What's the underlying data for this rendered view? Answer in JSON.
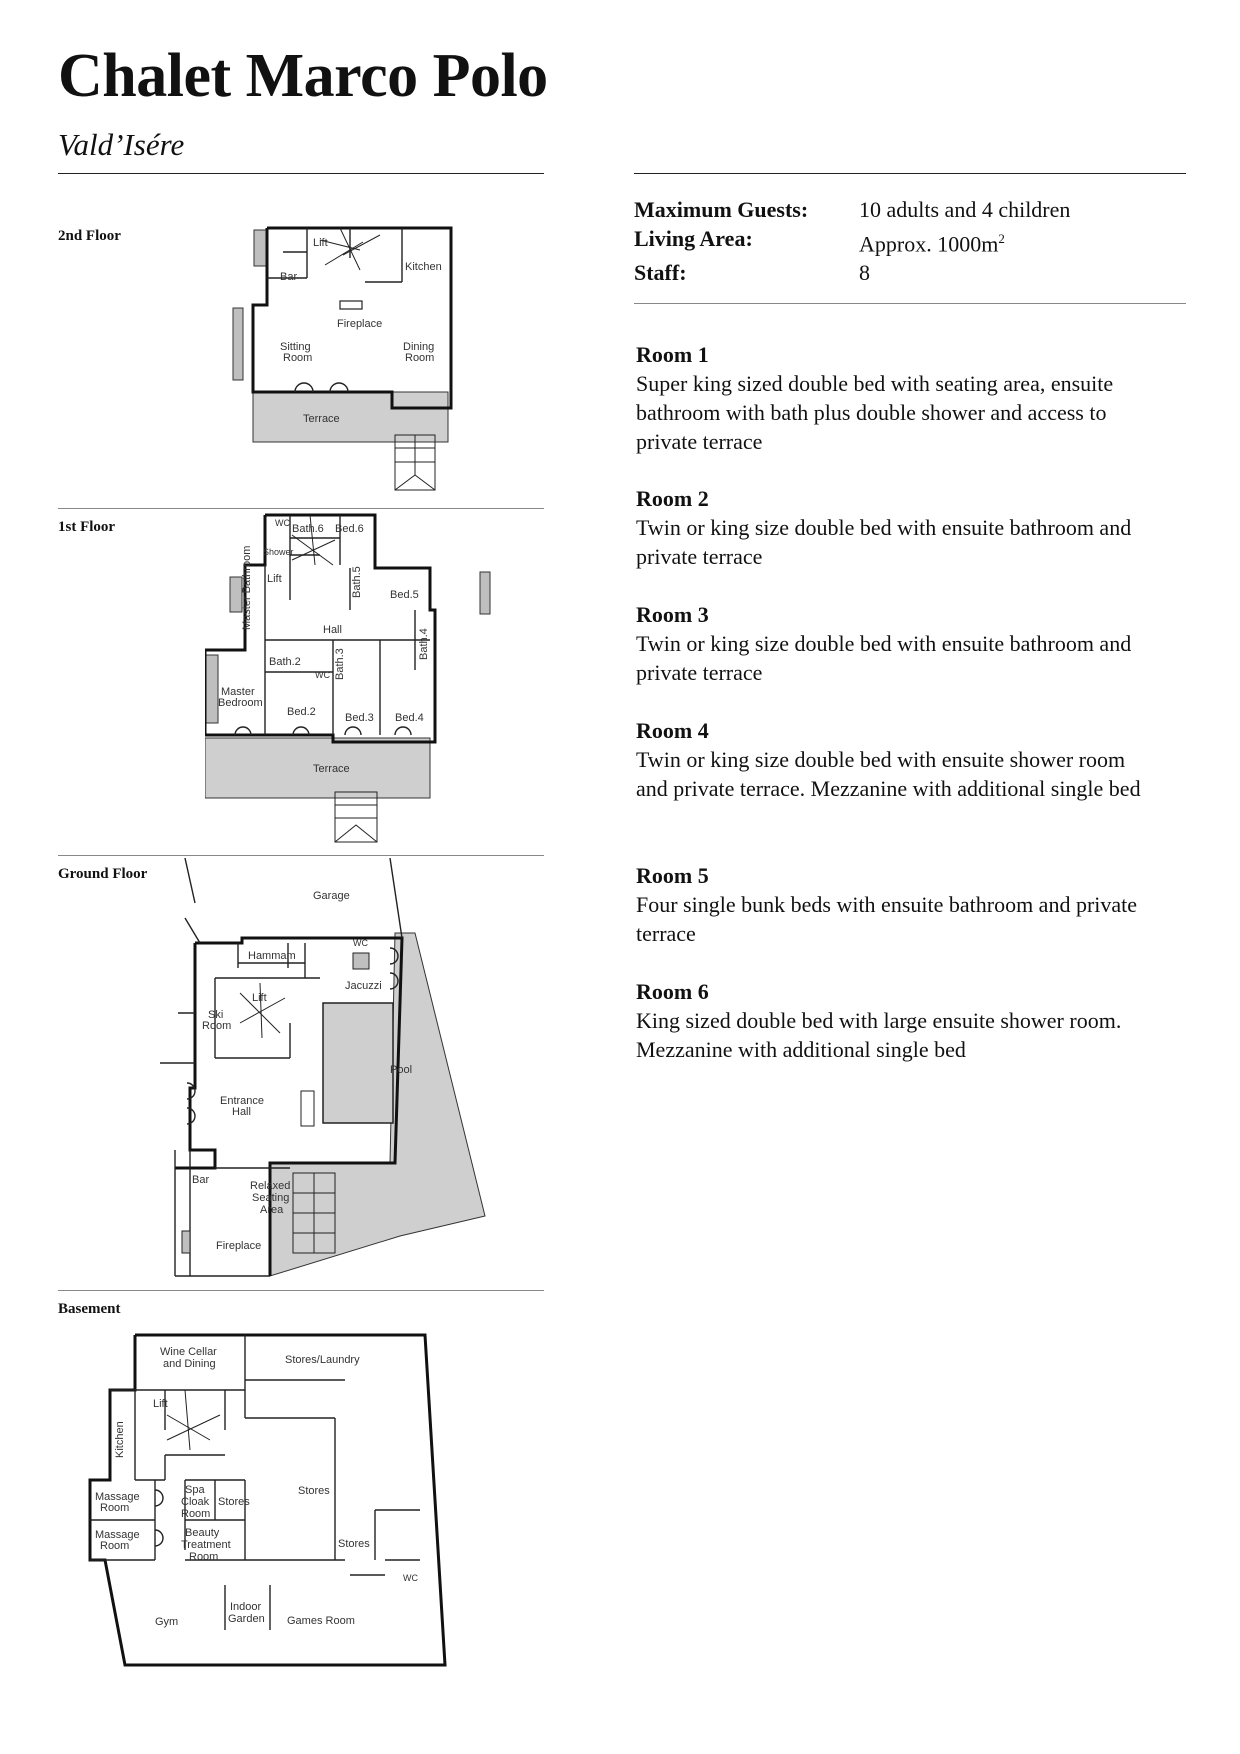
{
  "header": {
    "title": "Chalet Marco Polo",
    "subtitle": "Vald’Isére"
  },
  "facts": {
    "guests_label": "Maximum Guests:",
    "guests_value": "10 adults and 4 children",
    "area_label": "Living Area:",
    "area_value": "Approx. 1000m",
    "area_sup": "2",
    "staff_label": "Staff:",
    "staff_value": "8"
  },
  "rooms": [
    {
      "title": "Room 1",
      "desc": "Super king sized double bed with seating area, ensuite bathroom with bath plus double shower and access to private terrace"
    },
    {
      "title": "Room 2",
      "desc": "Twin or king size double bed with ensuite bathroom and private terrace"
    },
    {
      "title": "Room 3",
      "desc": "Twin or king size double bed with ensuite bathroom and private terrace"
    },
    {
      "title": "Room 4",
      "desc": "Twin or king size double bed with ensuite shower room and private terrace. Mezzanine with additional single bed"
    },
    {
      "title": "Room 5",
      "desc": "Four single bunk beds with ensuite bathroom and private terrace"
    },
    {
      "title": "Room 6",
      "desc": "King sized double bed with large ensuite shower room. Mezzanine with additional single bed"
    }
  ],
  "floors": {
    "second": {
      "label": "2nd Floor",
      "rooms": {
        "lift": "Lift",
        "bar": "Bar",
        "kitchen": "Kitchen",
        "fireplace": "Fireplace",
        "sitting": "Sitting",
        "sitting2": "Room",
        "dining": "Dining",
        "dining2": "Room",
        "terrace": "Terrace"
      }
    },
    "first": {
      "label": "1st Floor",
      "rooms": {
        "wc": "WC",
        "bath6": "Bath.6",
        "bed6": "Bed.6",
        "shower": "Shower",
        "lift": "Lift",
        "bath5": "Bath.5",
        "bed5": "Bed.5",
        "master_bath": "Master Bathroom",
        "hall": "Hall",
        "bath4": "Bath.4",
        "bath2": "Bath.2",
        "wc2": "WC",
        "bath3": "Bath.3",
        "master_bed": "Master",
        "master_bed2": "Bedroom",
        "bed2": "Bed.2",
        "bed3": "Bed.3",
        "bed4": "Bed.4",
        "terrace": "Terrace"
      }
    },
    "ground": {
      "label": "Ground Floor",
      "rooms": {
        "garage": "Garage",
        "hammam": "Hammam",
        "wc": "WC",
        "jacuzzi": "Jacuzzi",
        "lift": "Lift",
        "ski": "Ski",
        "ski2": "Room",
        "pool": "Pool",
        "entrance": "Entrance",
        "entrance2": "Hall",
        "bar": "Bar",
        "relaxed": "Relaxed",
        "relaxed2": "Seating",
        "relaxed3": "Area",
        "fireplace": "Fireplace"
      }
    },
    "basement": {
      "label": "Basement",
      "rooms": {
        "wine": "Wine Cellar",
        "wine2": "and Dining",
        "stores_laundry": "Stores/Laundry",
        "lift": "Lift",
        "kitchen": "Kitchen",
        "stores": "Stores",
        "massage": "Massage",
        "massage_room": "Room",
        "spa": "Spa",
        "spa2": "Cloak",
        "spa3": "Room",
        "stores2": "Stores",
        "stores3": "Stores",
        "beauty": "Beauty",
        "beauty2": "Treatment",
        "beauty3": "Room",
        "wc": "WC",
        "gym": "Gym",
        "indoor": "Indoor",
        "indoor2": "Garden",
        "games": "Games Room"
      }
    }
  }
}
